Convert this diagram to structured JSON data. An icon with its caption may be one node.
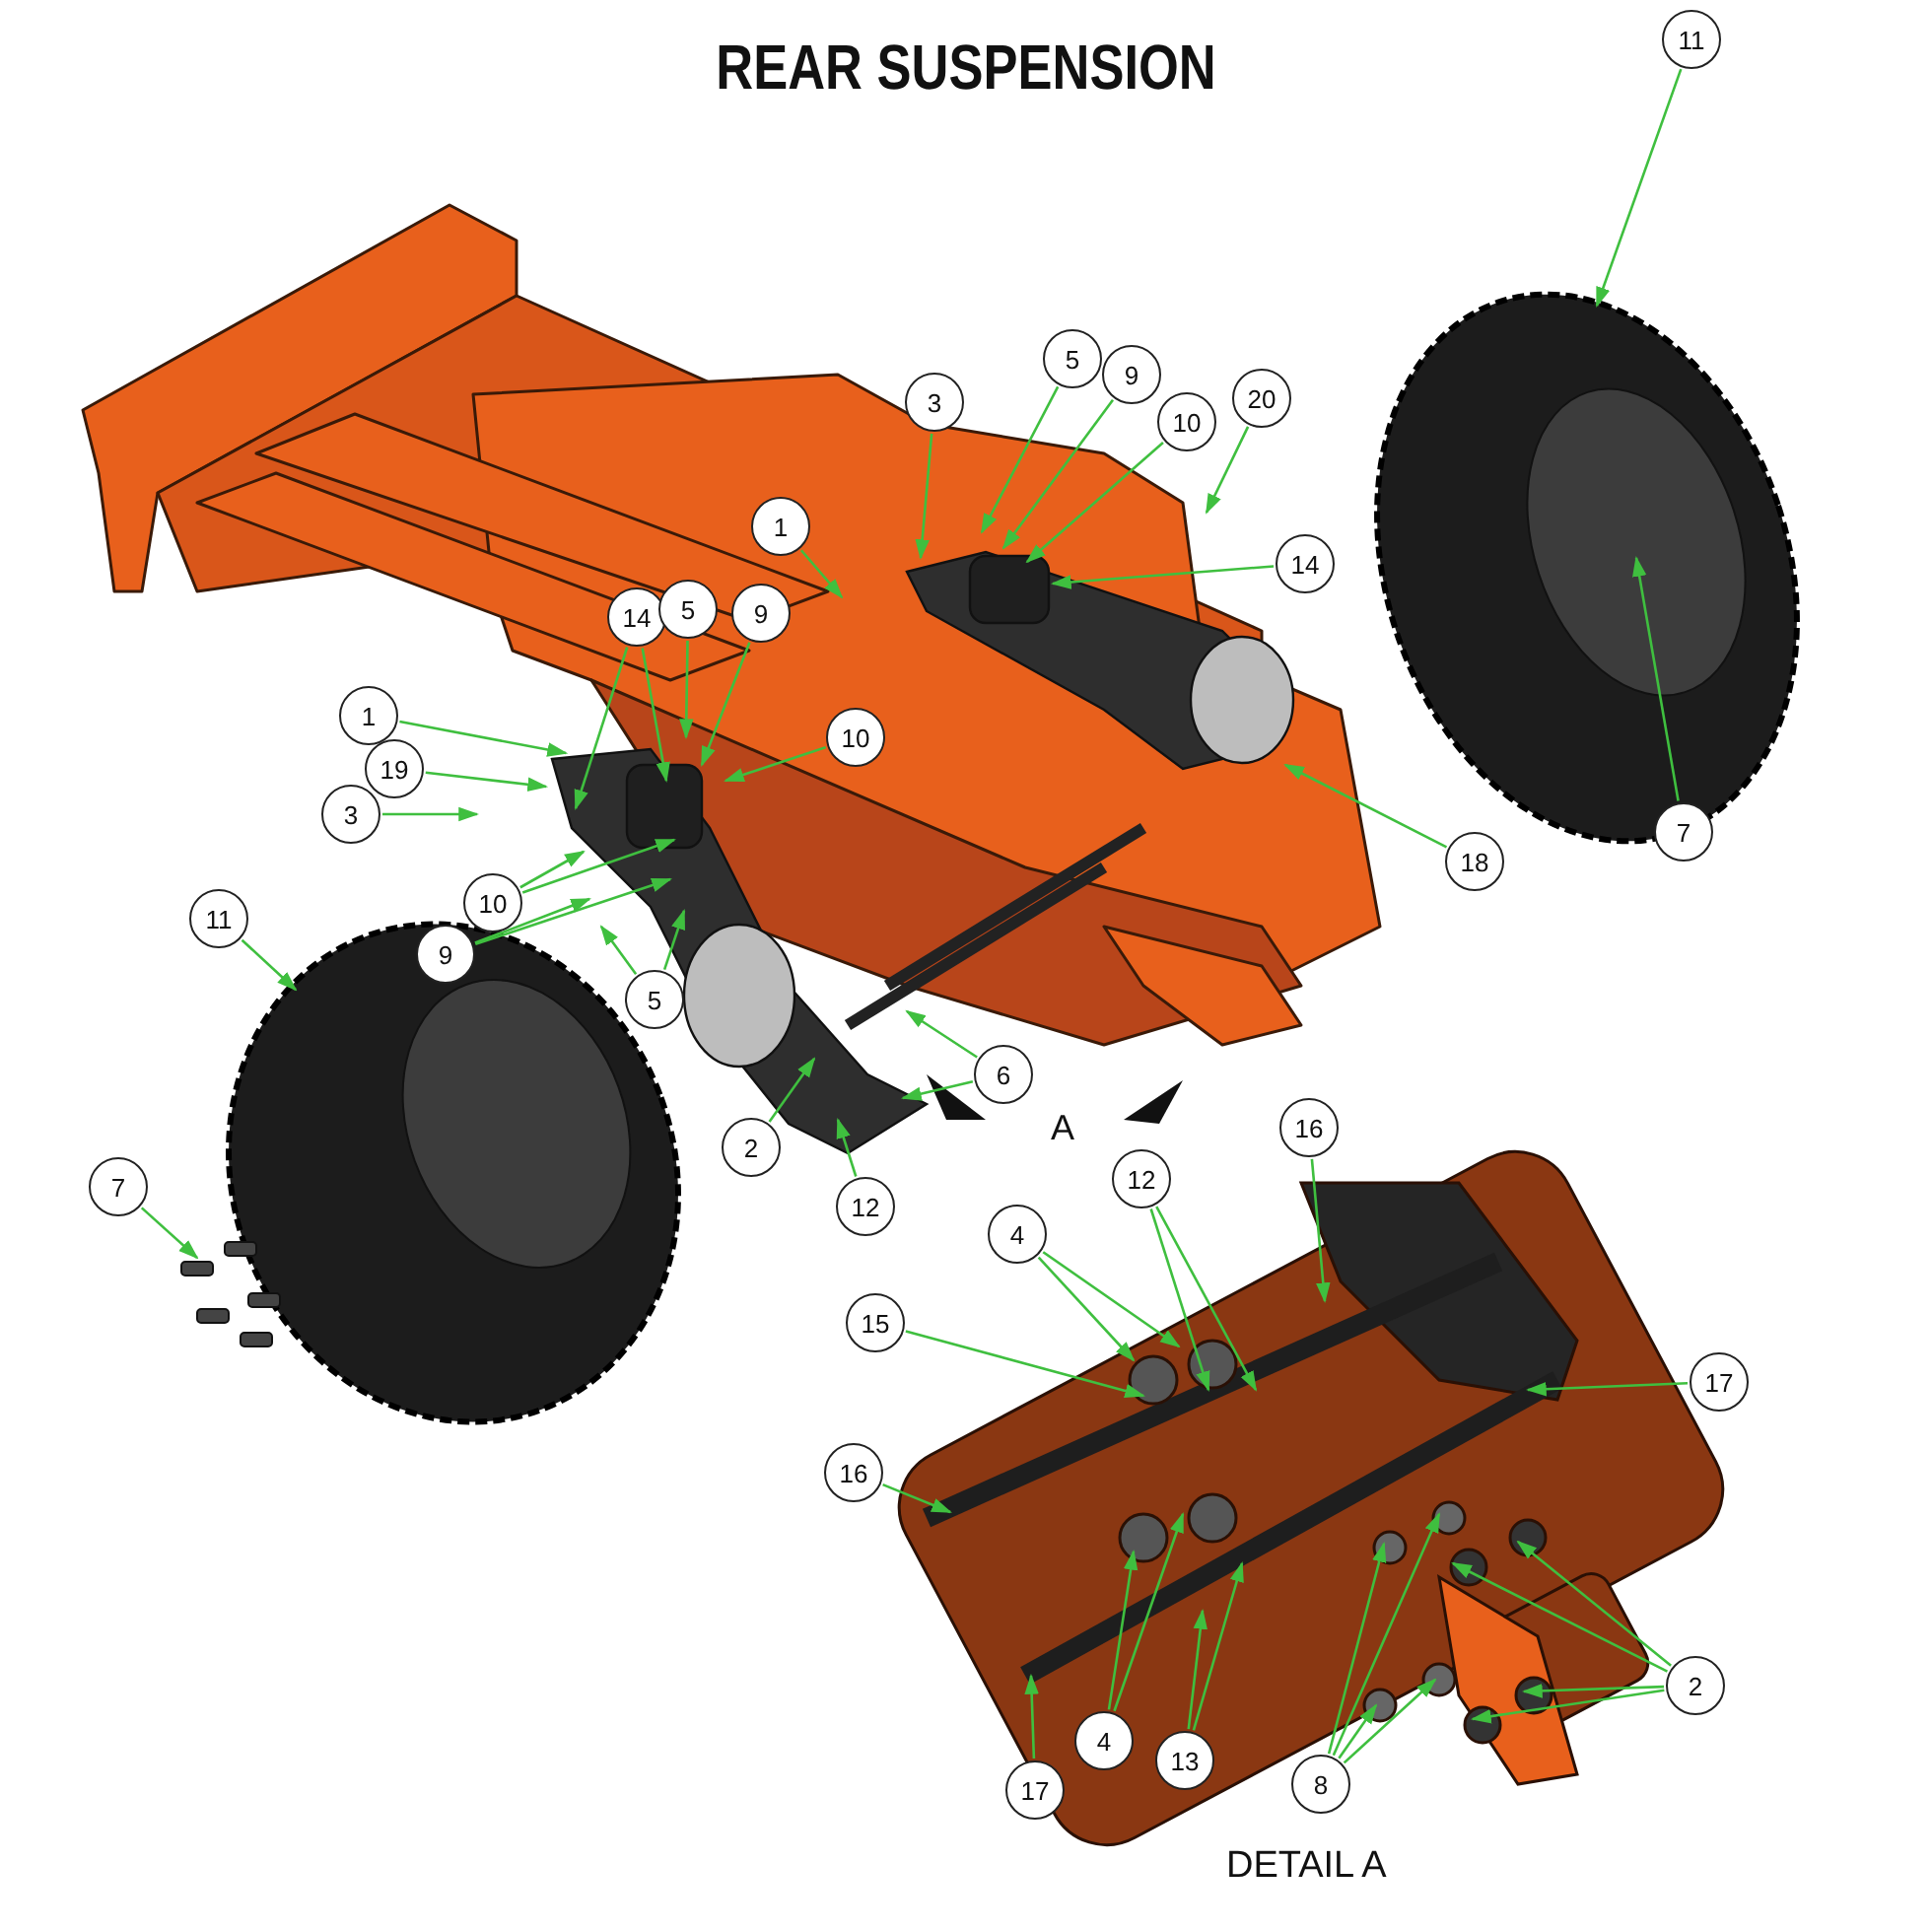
{
  "diagram": {
    "title": "REAR SUSPENSION",
    "nodes": [
      {
        "text": [
          "11"
        ]
      },
      {
        "text": [
          "3"
        ]
      },
      {
        "text": [
          "5"
        ]
      },
      {
        "text": [
          "9"
        ]
      },
      {
        "text": [
          "10"
        ]
      },
      {
        "text": [
          "20"
        ]
      },
      {
        "text": [
          "14"
        ]
      },
      {
        "text": [
          "1"
        ]
      },
      {
        "text": [
          "14"
        ]
      },
      {
        "text": [
          "5"
        ]
      },
      {
        "text": [
          "9"
        ]
      },
      {
        "text": [
          "1"
        ]
      },
      {
        "text": [
          "10"
        ]
      },
      {
        "text": [
          "19"
        ]
      },
      {
        "text": [
          "3"
        ]
      },
      {
        "text": [
          "10"
        ]
      },
      {
        "text": [
          "9"
        ]
      },
      {
        "text": [
          "7"
        ]
      },
      {
        "text": [
          "18"
        ]
      },
      {
        "text": [
          "5"
        ]
      },
      {
        "text": [
          "11"
        ]
      },
      {
        "text": [
          "6"
        ]
      },
      {
        "text": [
          "2"
        ]
      },
      {
        "text": [
          "12"
        ]
      },
      {
        "text": [
          "7"
        ]
      },
      {
        "text": [
          "16"
        ]
      },
      {
        "text": [
          "12"
        ]
      },
      {
        "text": [
          "4"
        ]
      },
      {
        "text": [
          "15"
        ]
      },
      {
        "text": [
          "17"
        ]
      },
      {
        "text": [
          "16"
        ]
      },
      {
        "text": [
          "2"
        ]
      },
      {
        "text": [
          "4"
        ]
      },
      {
        "text": [
          "13"
        ]
      },
      {
        "text": [
          "8"
        ]
      },
      {
        "text": [
          "17"
        ]
      }
    ],
    "edges": [
      {
        "from": 0,
        "to": null,
        "arrow": "to"
      },
      {
        "from": 1,
        "to": null,
        "arrow": "to"
      },
      {
        "from": 2,
        "to": null,
        "arrow": "to"
      },
      {
        "from": 3,
        "to": null,
        "arrow": "to"
      },
      {
        "from": 4,
        "to": null,
        "arrow": "to"
      },
      {
        "from": 5,
        "to": null,
        "arrow": "to"
      },
      {
        "from": 6,
        "to": null,
        "arrow": "to"
      },
      {
        "from": 7,
        "to": null,
        "arrow": "to"
      },
      {
        "from": 8,
        "to": null,
        "arrow": "to"
      },
      {
        "from": 8,
        "to": null,
        "arrow": "to"
      },
      {
        "from": 9,
        "to": null,
        "arrow": "to"
      },
      {
        "from": 10,
        "to": null,
        "arrow": "to"
      },
      {
        "from": 11,
        "to": null,
        "arrow": "to"
      },
      {
        "from": 12,
        "to": null,
        "arrow": "to"
      },
      {
        "from": 13,
        "to": null,
        "arrow": "to"
      },
      {
        "from": 14,
        "to": null,
        "arrow": "to"
      },
      {
        "from": 15,
        "to": null,
        "arrow": "to"
      },
      {
        "from": 15,
        "to": null,
        "arrow": "to"
      },
      {
        "from": 16,
        "to": null,
        "arrow": "to"
      },
      {
        "from": 16,
        "to": null,
        "arrow": "to"
      },
      {
        "from": 17,
        "to": null,
        "arrow": "to"
      },
      {
        "from": 18,
        "to": null,
        "arrow": "to"
      },
      {
        "from": 19,
        "to": null,
        "arrow": "to"
      },
      {
        "from": 19,
        "to": null,
        "arrow": "to"
      },
      {
        "from": 20,
        "to": null,
        "arrow": "to"
      },
      {
        "from": 21,
        "to": null,
        "arrow": "to"
      },
      {
        "from": 21,
        "to": null,
        "arrow": "to"
      },
      {
        "from": 22,
        "to": null,
        "arrow": "to"
      },
      {
        "from": 23,
        "to": null,
        "arrow": "to"
      },
      {
        "from": 24,
        "to": null,
        "arrow": "to"
      },
      {
        "from": 25,
        "to": null,
        "arrow": "to"
      },
      {
        "from": 26,
        "to": null,
        "arrow": "to"
      },
      {
        "from": 26,
        "to": null,
        "arrow": "to"
      },
      {
        "from": 27,
        "to": null,
        "arrow": "to"
      },
      {
        "from": 27,
        "to": null,
        "arrow": "to"
      },
      {
        "from": 28,
        "to": null,
        "arrow": "to"
      },
      {
        "from": 29,
        "to": null,
        "arrow": "to"
      },
      {
        "from": 30,
        "to": null,
        "arrow": "to"
      },
      {
        "from": 31,
        "to": null,
        "arrow": "to"
      },
      {
        "from": 31,
        "to": null,
        "arrow": "to"
      },
      {
        "from": 31,
        "to": null,
        "arrow": "to"
      },
      {
        "from": 31,
        "to": null,
        "arrow": "to"
      },
      {
        "from": 32,
        "to": null,
        "arrow": "to"
      },
      {
        "from": 32,
        "to": null,
        "arrow": "to"
      },
      {
        "from": 33,
        "to": null,
        "arrow": "to"
      },
      {
        "from": 33,
        "to": null,
        "arrow": "to"
      },
      {
        "from": 34,
        "to": null,
        "arrow": "to"
      },
      {
        "from": 34,
        "to": null,
        "arrow": "to"
      },
      {
        "from": 34,
        "to": null,
        "arrow": "to"
      },
      {
        "from": 34,
        "to": null,
        "arrow": "to"
      },
      {
        "from": 35,
        "to": null,
        "arrow": "to"
      }
    ],
    "labels": [
      "A",
      "DETAIL A"
    ]
  }
}
